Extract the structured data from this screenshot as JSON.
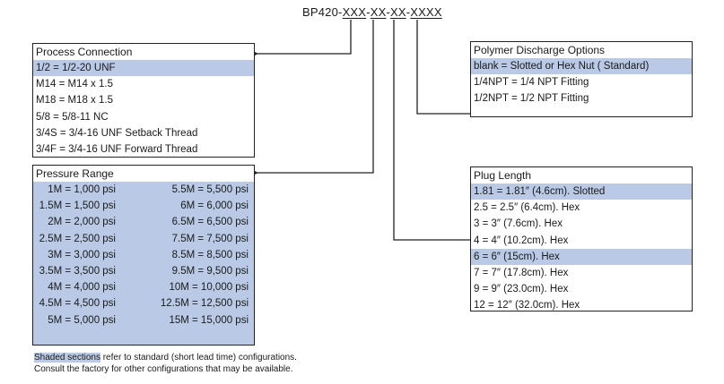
{
  "part_number": {
    "prefix": "BP420-",
    "seg1": "XXX",
    "dash1": "-",
    "seg2": "XX",
    "dash2": "-",
    "seg3": "XX",
    "dash3": "-",
    "seg4": "XXXX"
  },
  "process_connection": {
    "title": "Process Connection",
    "rows": [
      {
        "text": "1/2   =  1/2-20 UNF",
        "shaded": true
      },
      {
        "text": "M14 =  M14 x 1.5",
        "shaded": false
      },
      {
        "text": "M18 =  M18 x 1.5",
        "shaded": false
      },
      {
        "text": "5/8   =  5/8-11 NC",
        "shaded": false
      },
      {
        "text": "3/4S =  3/4-16 UNF Setback Thread",
        "shaded": false
      },
      {
        "text": "3/4F =  3/4-16 UNF Forward Thread",
        "shaded": false
      }
    ]
  },
  "pressure_range": {
    "title": "Pressure Range",
    "left": [
      "1M = 1,000 psi",
      "1.5M = 1,500 psi",
      "2M = 2,000 psi",
      "2.5M = 2,500 psi",
      "3M = 3,000 psi",
      "3.5M = 3,500 psi",
      "4M = 4,000 psi",
      "4.5M = 4,500 psi",
      "5M = 5,000 psi"
    ],
    "right": [
      "5.5M = 5,500 psi",
      "6M = 6,000 psi",
      "6.5M = 6,500 psi",
      "7.5M = 7,500 psi",
      "8.5M = 8,500 psi",
      "9.5M = 9,500 psi",
      "10M = 10,000 psi",
      "12.5M = 12,500 psi",
      "15M = 15,000 psi"
    ]
  },
  "polymer_discharge": {
    "title": "Polymer Discharge Options",
    "rows": [
      {
        "text": "blank = Slotted or Hex Nut ( Standard)",
        "shaded": true
      },
      {
        "text": "1/4NPT = 1/4 NPT Fitting",
        "shaded": false
      },
      {
        "text": "1/2NPT = 1/2 NPT Fitting",
        "shaded": false
      }
    ]
  },
  "plug_length": {
    "title": "Plug Length",
    "rows": [
      {
        "text": "1.81 = 1.81″ (4.6cm). Slotted",
        "shaded": true
      },
      {
        "text": "2.5 = 2.5″ (6.4cm). Hex",
        "shaded": false
      },
      {
        "text": "3 = 3″ (7.6cm). Hex",
        "shaded": false
      },
      {
        "text": "4 = 4″ (10.2cm). Hex",
        "shaded": false
      },
      {
        "text": "6 = 6″ (15cm). Hex",
        "shaded": true
      },
      {
        "text": "7 = 7″ (17.8cm). Hex",
        "shaded": false
      },
      {
        "text": "9 = 9″ (23.0cm). Hex",
        "shaded": false
      },
      {
        "text": "12 = 12″ (32.0cm). Hex",
        "shaded": false
      }
    ]
  },
  "note": {
    "shaded_part": "Shaded sections",
    "line1_rest": " refer to standard (short lead time) configurations.",
    "line2": "Consult the factory for other configurations that may be available."
  },
  "colors": {
    "shade": "#b9c9e6",
    "line": "#222222"
  }
}
